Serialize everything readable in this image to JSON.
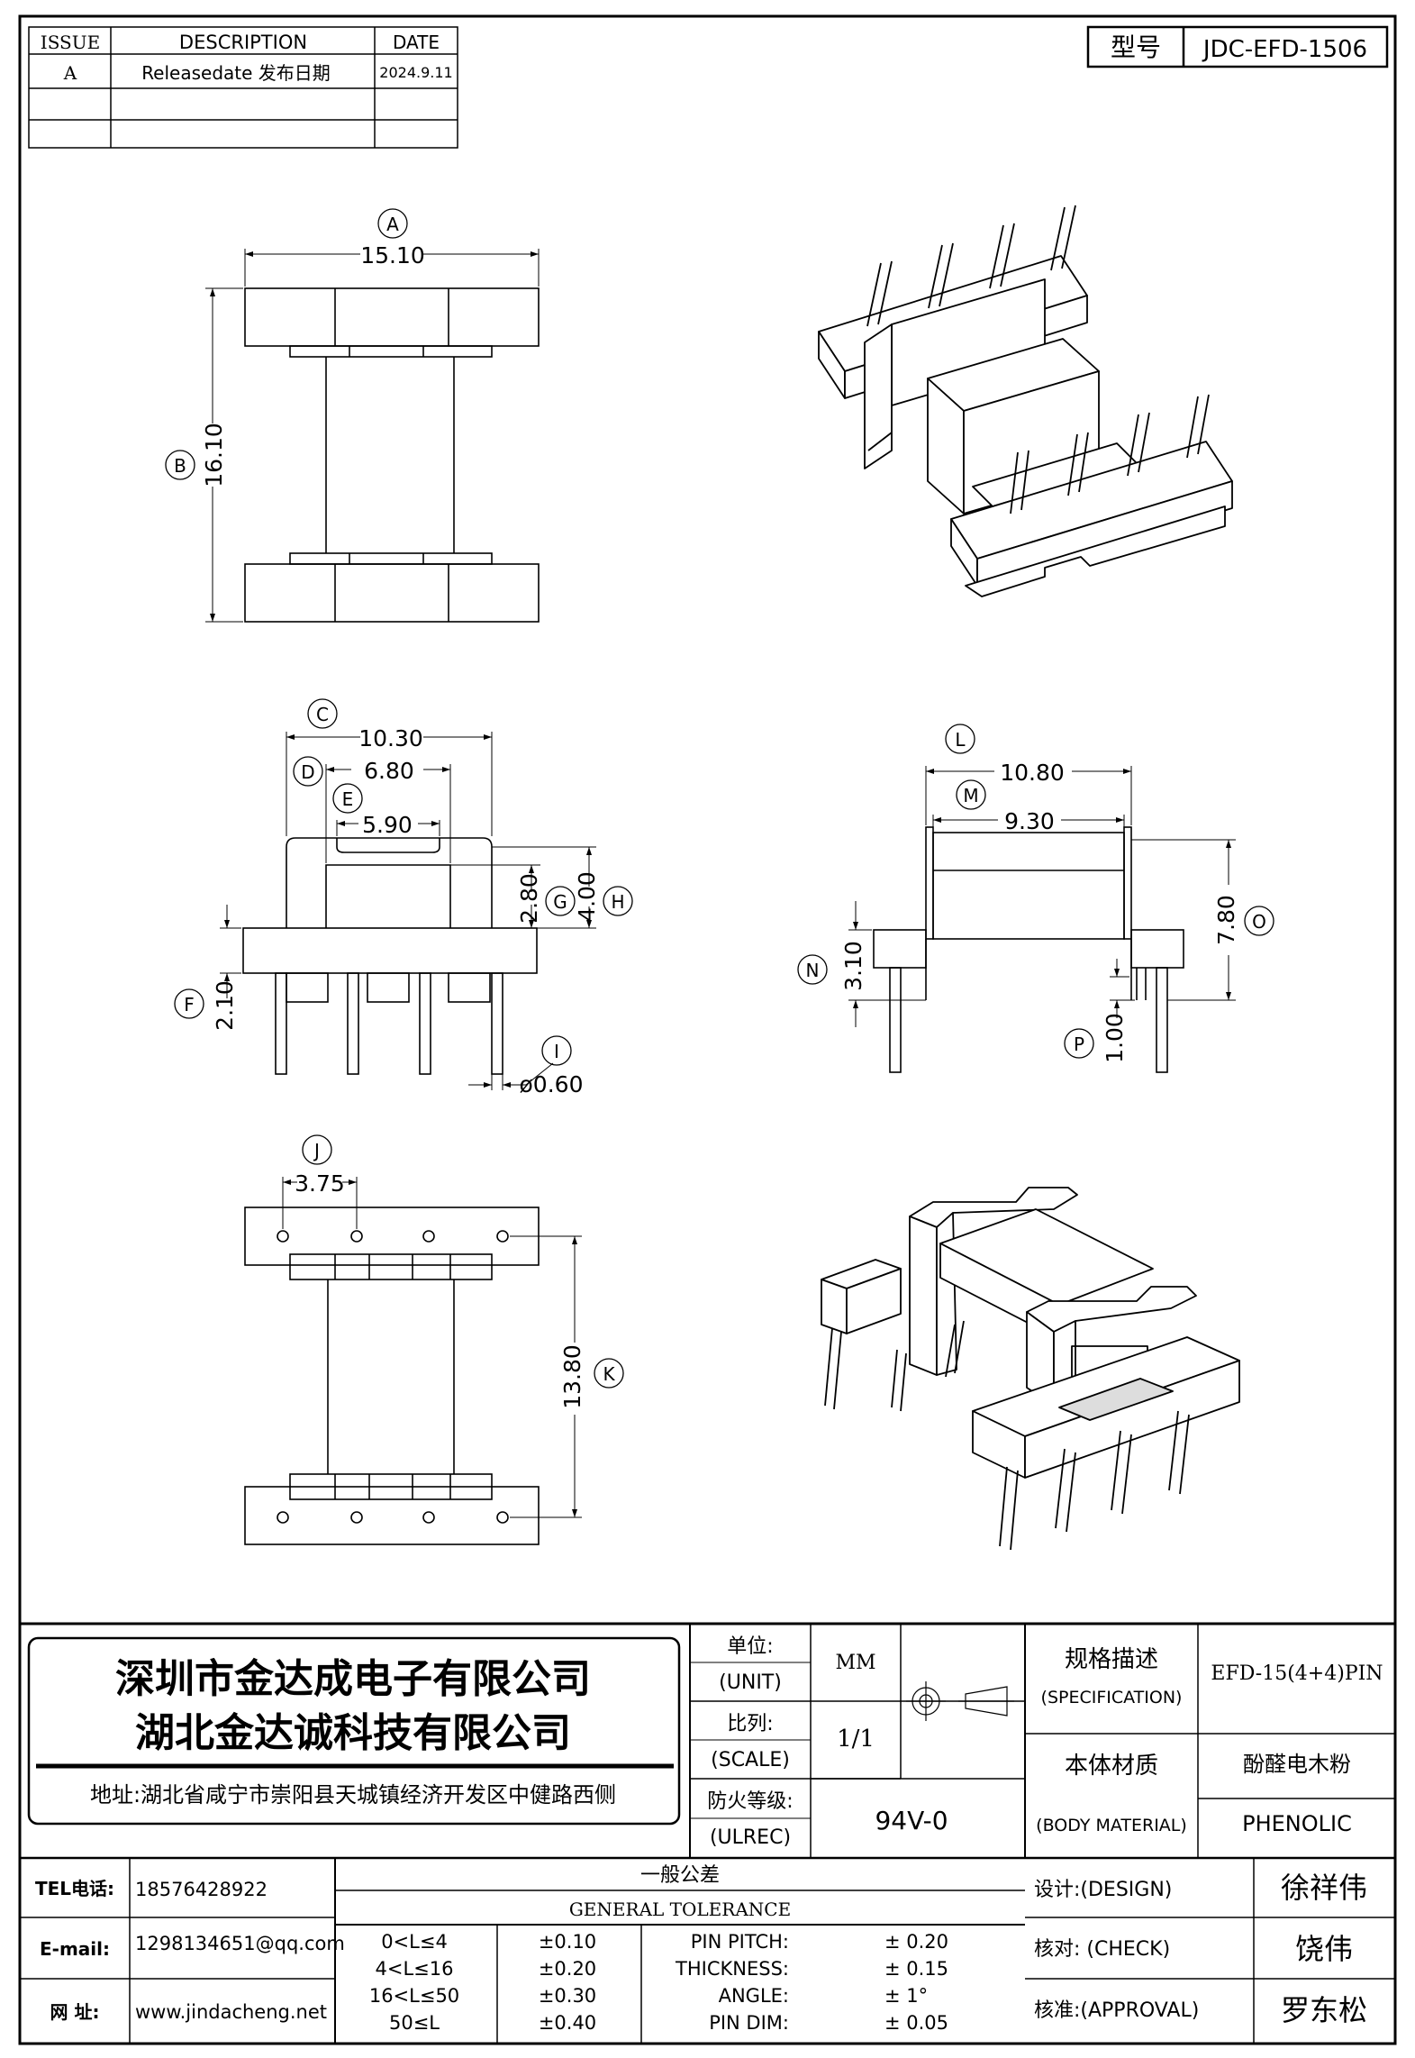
{
  "revision_table": {
    "headers": [
      "ISSUE",
      "DESCRIPTION",
      "DATE"
    ],
    "rows": [
      {
        "issue": "A",
        "description": "Releasedate 发布日期",
        "date": "2024.9.11"
      }
    ]
  },
  "model": {
    "label": "型号",
    "value": "JDC-EFD-1506"
  },
  "dimensions": {
    "A": {
      "letter": "A",
      "value": "15.10"
    },
    "B": {
      "letter": "B",
      "value": "16.10"
    },
    "C": {
      "letter": "C",
      "value": "10.30"
    },
    "D": {
      "letter": "D",
      "value": "6.80"
    },
    "E": {
      "letter": "E",
      "value": "5.90"
    },
    "F": {
      "letter": "F",
      "value": "2.10"
    },
    "G": {
      "letter": "G",
      "value": "2.80"
    },
    "H": {
      "letter": "H",
      "value": "4.00"
    },
    "I": {
      "letter": "I",
      "value": "ø0.60"
    },
    "J": {
      "letter": "J",
      "value": "3.75"
    },
    "K": {
      "letter": "K",
      "value": "13.80"
    },
    "L": {
      "letter": "L",
      "value": "10.80"
    },
    "M": {
      "letter": "M",
      "value": "9.30"
    },
    "N": {
      "letter": "N",
      "value": "3.10"
    },
    "O": {
      "letter": "O",
      "value": "7.80"
    },
    "P": {
      "letter": "P",
      "value": "1.00"
    }
  },
  "company": {
    "name_1": "深圳市金达成电子有限公司",
    "name_2": "湖北金达诚科技有限公司",
    "address": "地址:湖北省咸宁市崇阳县天城镇经济开发区中健路西侧"
  },
  "spec": {
    "unit_label": "单位:",
    "unit_label_en": "(UNIT)",
    "unit_value": "MM",
    "scale_label": "比列:",
    "scale_label_en": "(SCALE)",
    "scale_value": "1/1",
    "ulrec_label": "防火等级:",
    "ulrec_label_en": "(ULREC)",
    "ulrec_value": "94V-0",
    "specification_label": "规格描述",
    "specification_label_en": "(SPECIFICATION)",
    "specification_value": "EFD-15(4+4)PIN",
    "body_material_label": "本体材质",
    "body_material_label_en": "(BODY MATERIAL)",
    "body_material_value_cn": "酚醛电木粉",
    "body_material_value_en": "PHENOLIC"
  },
  "contact": {
    "tel_label": "TEL电话:",
    "tel": "18576428922",
    "email_label": "E-mail:",
    "email": "1298134651@qq.com",
    "web_label": "网  址:",
    "web": "www.jindacheng.net"
  },
  "tolerance": {
    "title_cn": "一般公差",
    "title_en": "GENERAL TOLERANCE",
    "ranges": [
      {
        "range": "0<L≤4",
        "tol": "±0.10"
      },
      {
        "range": "4<L≤16",
        "tol": "±0.20"
      },
      {
        "range": "16<L≤50",
        "tol": "±0.30"
      },
      {
        "range": "50≤L",
        "tol": "±0.40"
      }
    ],
    "items": [
      {
        "name": "PIN PITCH:",
        "value": "± 0.20"
      },
      {
        "name": "THICKNESS:",
        "value": "± 0.15"
      },
      {
        "name": "ANGLE:",
        "value": "± 1°"
      },
      {
        "name": "PIN DIM:",
        "value": "± 0.05"
      }
    ]
  },
  "approvals": {
    "design_label": "设计:(DESIGN)",
    "design_name": "徐祥伟",
    "check_label": "核对: (CHECK)",
    "check_name": "饶伟",
    "approval_label": "核准:(APPROVAL)",
    "approval_name": "罗东松"
  }
}
